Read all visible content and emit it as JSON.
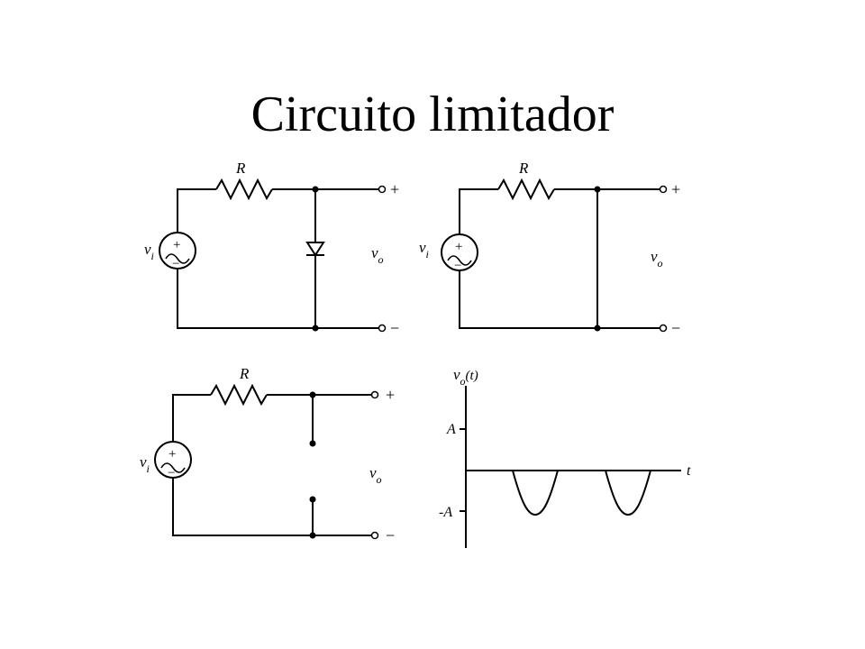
{
  "slide": {
    "title": "Circuito limitador"
  },
  "circuits": [
    {
      "resistor": "R",
      "source_v": "v",
      "source_sub": "i",
      "out_v": "v",
      "out_sub": "o",
      "plus": "+",
      "minus": "−"
    },
    {
      "resistor": "R",
      "source_v": "v",
      "source_sub": "i",
      "out_v": "v",
      "out_sub": "o",
      "plus": "+",
      "minus": "−"
    },
    {
      "resistor": "R",
      "source_v": "v",
      "source_sub": "i",
      "out_v": "v",
      "out_sub": "o",
      "plus": "+",
      "minus": "−"
    }
  ],
  "waveform": {
    "ylabel_v": "v",
    "ylabel_sub": "o",
    "ylabel_arg": "(t)",
    "xlabel": "t",
    "tick_top": "A",
    "tick_bottom": "-A"
  }
}
